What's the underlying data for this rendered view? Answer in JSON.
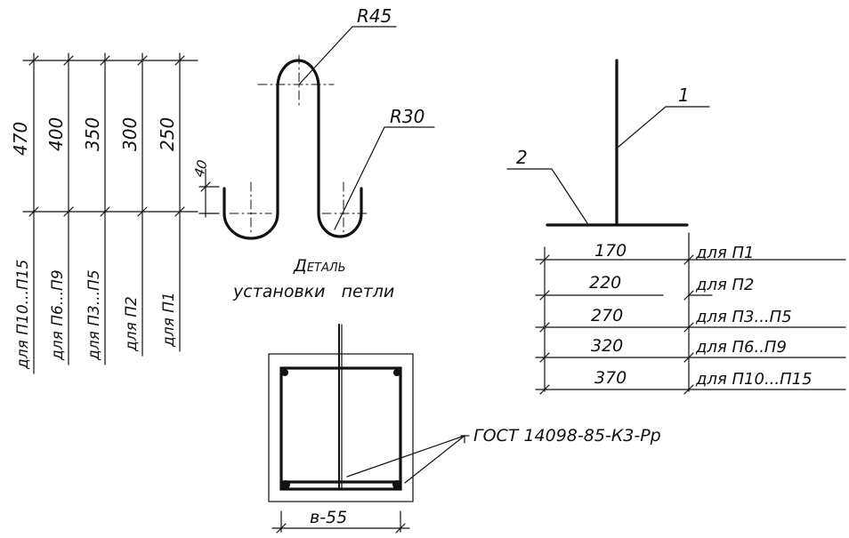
{
  "left_table": {
    "dimensions": [
      "470",
      "400",
      "350",
      "300",
      "250"
    ],
    "labels": [
      "для П10...П15",
      "для П6...П9",
      "для П3...П5",
      "для П2",
      "для П1"
    ]
  },
  "loop_detail": {
    "radius_top": "R45",
    "radius_bottom": "R30",
    "height_mark": "40",
    "caption_line1": "Деталь",
    "caption_line2": "установки   петли"
  },
  "right_table": {
    "callout_1": "1",
    "callout_2": "2",
    "rows": [
      {
        "dim": "170",
        "label": "для П1"
      },
      {
        "dim": "220",
        "label": "для П2"
      },
      {
        "dim": "270",
        "label": "для П3...П5"
      },
      {
        "dim": "320",
        "label": "для П6..П9"
      },
      {
        "dim": "370",
        "label": "для П10...П15"
      }
    ]
  },
  "section": {
    "standard_ref": "ГОСТ 14098-85-К3-Рр",
    "width_dim": "в-55"
  }
}
